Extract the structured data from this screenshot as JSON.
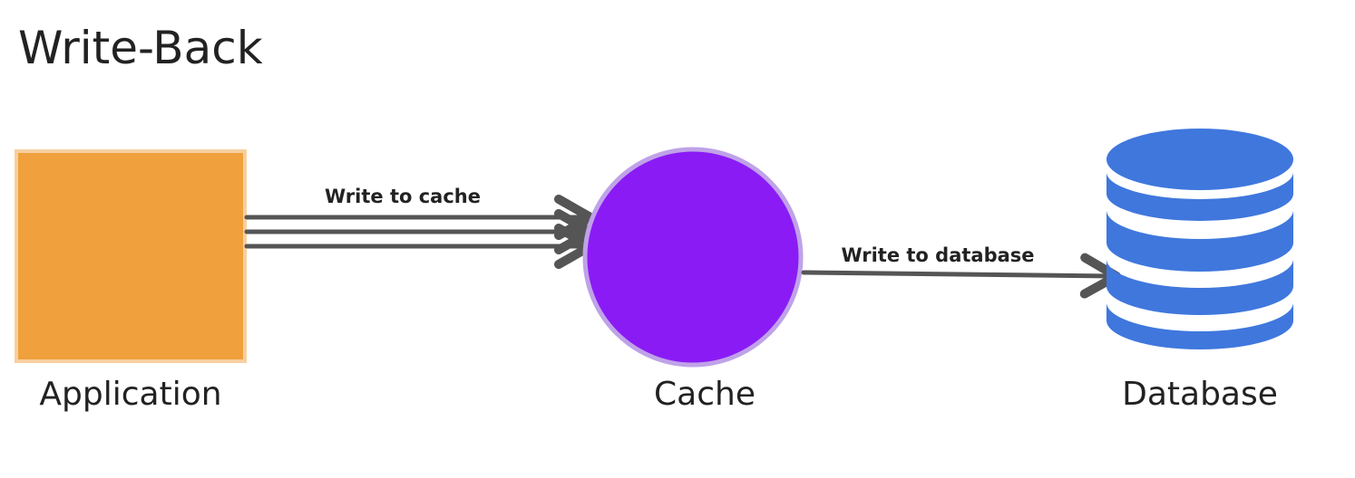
{
  "title": "Write-Back",
  "nodes": {
    "application": {
      "label": "Application",
      "fill": "#F0A03C",
      "stroke": "#F7CFA0"
    },
    "cache": {
      "label": "Cache",
      "fill": "#8A1BF5",
      "stroke": "#BFA2E8"
    },
    "database": {
      "label": "Database",
      "fill": "#3F77DD"
    }
  },
  "edges": {
    "app_to_cache": {
      "label": "Write to cache",
      "color": "#555555"
    },
    "cache_to_db": {
      "label": "Write to database",
      "color": "#555555"
    }
  },
  "text_color": "#222222"
}
